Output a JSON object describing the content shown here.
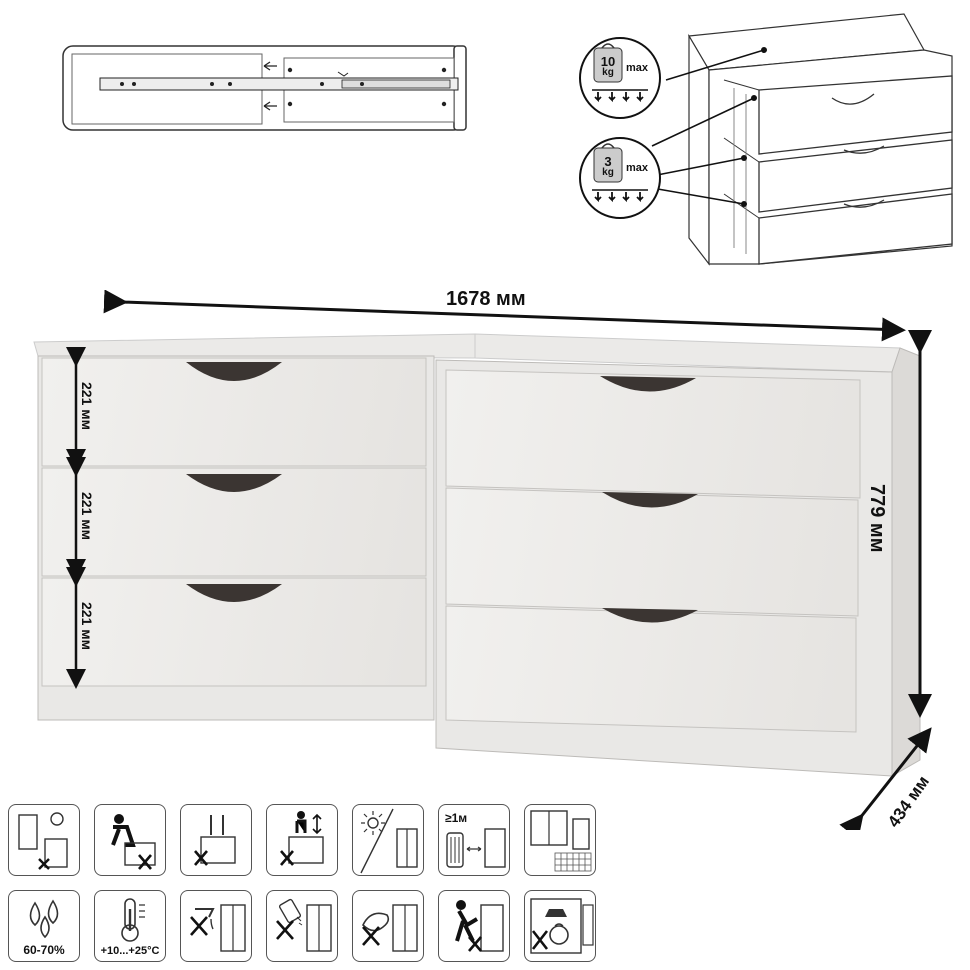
{
  "dimensions": {
    "width": "1678 мм",
    "height": "779 мм",
    "depth": "434 мм",
    "drawer_height": "221 мм"
  },
  "load_limits": {
    "top": {
      "value": "10",
      "unit": "kg",
      "suffix": "max"
    },
    "drawer": {
      "value": "3",
      "unit": "kg",
      "suffix": "max"
    }
  },
  "care_icons": {
    "humidity_label": "60-70%",
    "temperature_label": "+10...+25°C",
    "distance_label": "≥1м"
  }
}
